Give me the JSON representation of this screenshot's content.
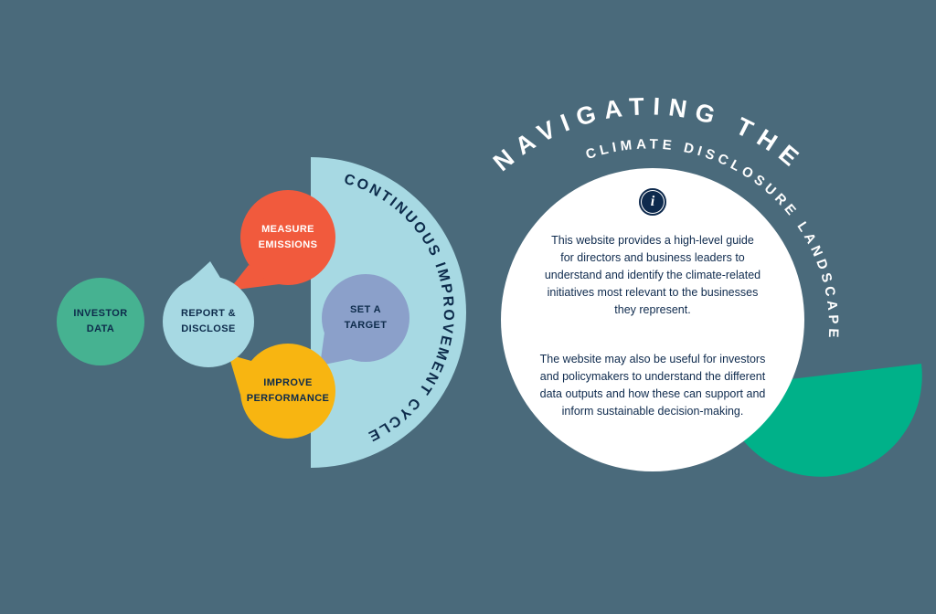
{
  "colors": {
    "background": "#4a6a7b",
    "half_disc": "#a7d9e3",
    "green_bubble": "#46b291",
    "orange_bubble": "#f15a3d",
    "blue_bubble": "#a7d9e3",
    "periwinkle_bubble": "#8ba0ca",
    "yellow_bubble": "#f8b511",
    "navy_text": "#0d2b4b",
    "green_accent": "#00b189",
    "white": "#ffffff"
  },
  "cycle": {
    "arc_label": "CONTINUOUS IMPROVEMENT CYCLE",
    "bubbles": [
      {
        "id": "investor-data",
        "line1": "INVESTOR",
        "line2": "DATA"
      },
      {
        "id": "report-disclose",
        "line1": "REPORT &",
        "line2": "DISCLOSE"
      },
      {
        "id": "measure-emissions",
        "line1": "MEASURE",
        "line2": "EMISSIONS"
      },
      {
        "id": "set-a-target",
        "line1": "SET A",
        "line2": "TARGET"
      },
      {
        "id": "improve-performance",
        "line1": "IMPROVE",
        "line2": "PERFORMANCE"
      }
    ]
  },
  "intro": {
    "title_line1": "NAVIGATING THE",
    "title_line2": "CLIMATE DISCLOSURE LANDSCAPE",
    "info_icon_glyph": "i",
    "paragraph1": "This website provides a high-level guide for directors and business leaders to understand and identify the climate-related initiatives most relevant to the businesses they represent.",
    "paragraph2": "The website may also be useful for investors and policymakers to understand the different data outputs and how these can support and inform sustainable decision-making."
  }
}
